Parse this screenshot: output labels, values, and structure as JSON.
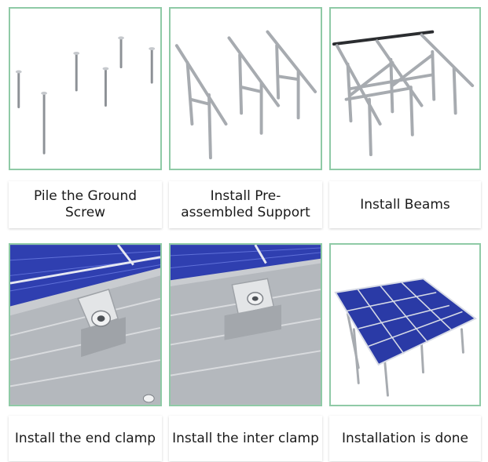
{
  "steps": [
    {
      "caption": "Pile the Ground Screw"
    },
    {
      "caption": "Install Pre-assembled Support"
    },
    {
      "caption": "Install Beams"
    },
    {
      "caption": "Install the end clamp"
    },
    {
      "caption": "Install the inter clamp"
    },
    {
      "caption": "Installation is done"
    }
  ],
  "colors": {
    "panel_border": "#8fcaa6",
    "solar_blue": "#2f3fb0",
    "rail_gray": "#b9bcc0"
  }
}
